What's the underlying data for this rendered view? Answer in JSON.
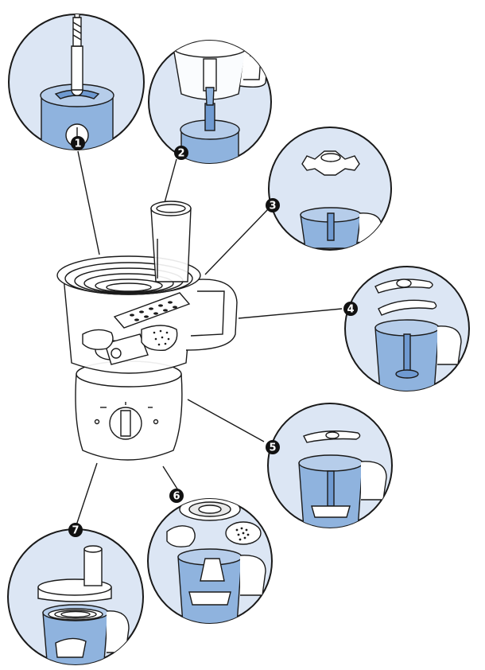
{
  "callouts": [
    {
      "id": "1",
      "label": "1"
    },
    {
      "id": "2",
      "label": "2"
    },
    {
      "id": "3",
      "label": "3"
    },
    {
      "id": "4",
      "label": "4"
    },
    {
      "id": "5",
      "label": "5"
    },
    {
      "id": "6",
      "label": "6"
    },
    {
      "id": "7",
      "label": "7"
    }
  ],
  "colors": {
    "bubble_fill": "#dce6f4",
    "part_blue": "#8fb3de",
    "outline": "#1a1a1a",
    "callout_fill": "#111111"
  }
}
